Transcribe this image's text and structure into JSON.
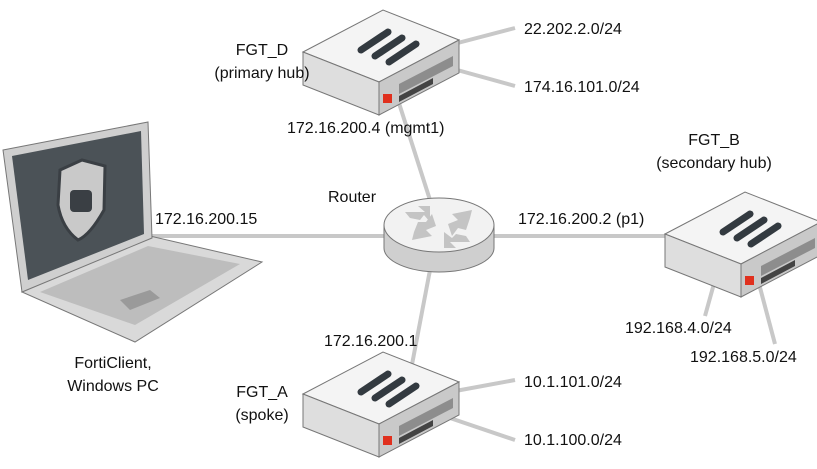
{
  "devices": {
    "fgt_d": {
      "name": "FGT_D",
      "role": "(primary hub)",
      "ip": "172.16.200.4 (mgmt1)",
      "subnets": [
        "22.202.2.0/24",
        "174.16.101.0/24"
      ]
    },
    "fgt_b": {
      "name": "FGT_B",
      "role": "(secondary hub)",
      "ip": "172.16.200.2 (p1)",
      "subnets": [
        "192.168.4.0/24",
        "192.168.5.0/24"
      ]
    },
    "fgt_a": {
      "name": "FGT_A",
      "role": "(spoke)",
      "ip": "172.16.200.1",
      "subnets": [
        "10.1.101.0/24",
        "10.1.100.0/24"
      ]
    },
    "router": {
      "name": "Router"
    },
    "client": {
      "name": "FortiClient,",
      "name2": "Windows PC",
      "ip": "172.16.200.15"
    }
  },
  "colors": {
    "link": "#c8c8c8",
    "device_top": "#f2f2f2",
    "device_side": "#d4d4d4",
    "logo": "#e0301e",
    "bar": "#333a40"
  }
}
